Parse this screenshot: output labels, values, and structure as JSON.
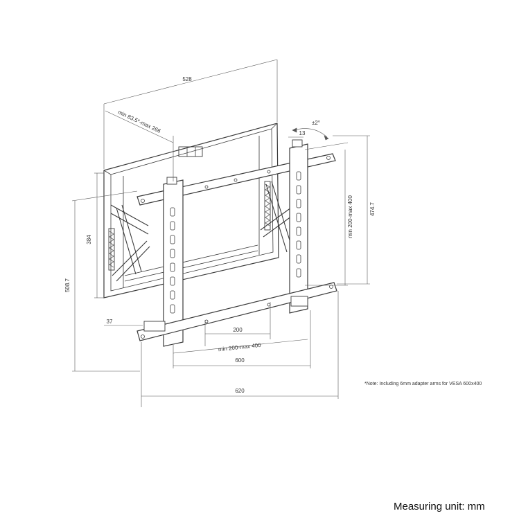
{
  "dimensions": {
    "d528": "528",
    "range_depth": "min 83.5*-max 266",
    "tilt": "±2°",
    "d13": "13",
    "d384": "384",
    "d508": "508.7",
    "d37": "37",
    "range_v": "min 200-max 400",
    "d474": "474.7",
    "d200": "200",
    "range_h": "min 200-max 400",
    "d600": "600",
    "d620": "620"
  },
  "note": "*Note: Including 6mm adapter arms for VESA 600x400",
  "measuring_unit": "Measuring unit: mm"
}
